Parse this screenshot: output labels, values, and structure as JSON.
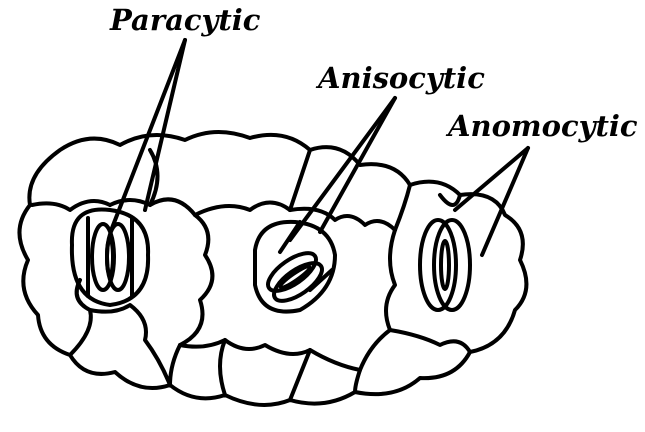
{
  "labels": {
    "paracytic": "Paracytic",
    "anisocytic": "Anisocytic",
    "anomocytic": "Anomocytic"
  },
  "colors": {
    "ink": "#000000",
    "background": "#ffffff"
  }
}
